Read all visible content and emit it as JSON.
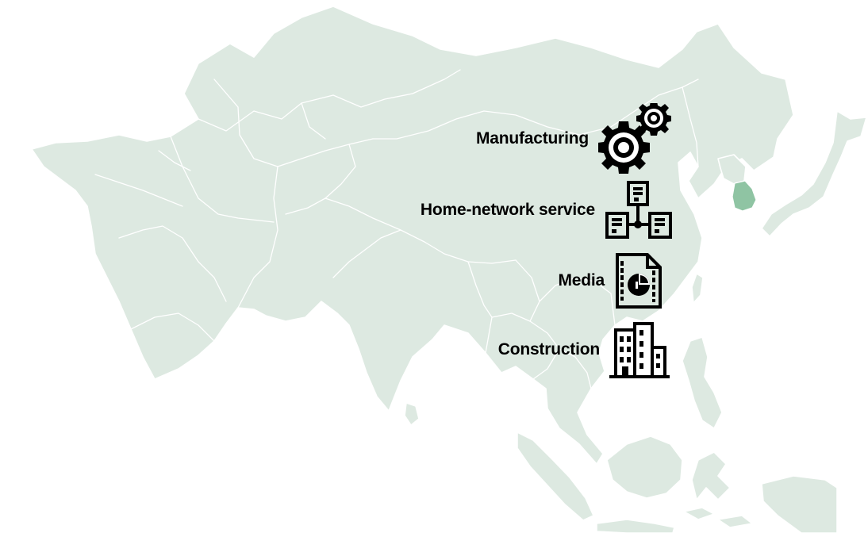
{
  "colors": {
    "land": "#dde9e1",
    "highlight": "#8fc4a3",
    "label": "#000000"
  },
  "map": {
    "highlighted_country": "South Korea"
  },
  "sectors": [
    {
      "label": "Manufacturing",
      "icon": "gears-icon"
    },
    {
      "label": "Home-network service",
      "icon": "network-icon"
    },
    {
      "label": "Media",
      "icon": "report-document-icon"
    },
    {
      "label": "Construction",
      "icon": "buildings-icon"
    }
  ]
}
